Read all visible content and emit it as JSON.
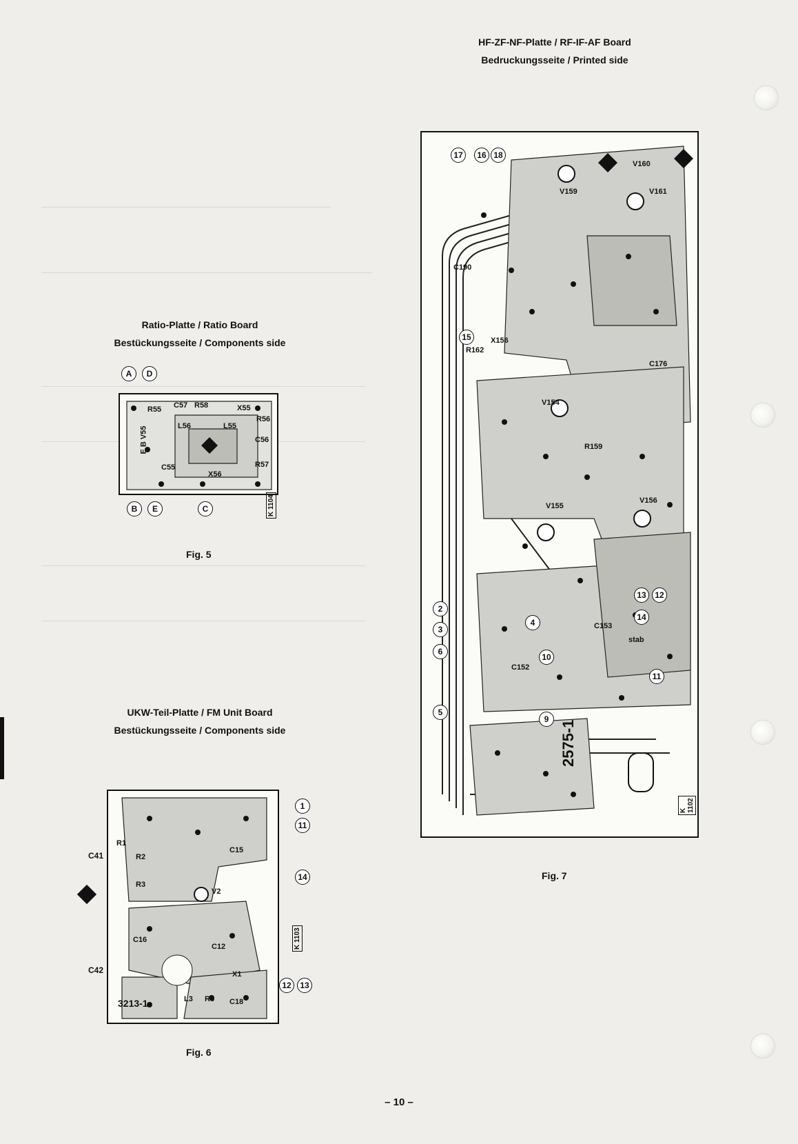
{
  "main_board": {
    "title": "HF-ZF-NF-Platte / RF-IF-AF Board",
    "subtitle": "Bedruckungsseite / Printed side",
    "code": "K 1102",
    "number": "2575-1",
    "figure": "Fig. 7"
  },
  "ratio_board": {
    "title": "Ratio-Platte / Ratio Board",
    "subtitle": "Bestückungsseite / Components side",
    "code": "K 1104",
    "figure": "Fig. 5",
    "terminals": [
      "A",
      "D",
      "B",
      "E",
      "C"
    ],
    "labels": [
      "E B V55",
      "R55",
      "C57",
      "R58",
      "X55",
      "R56",
      "C56",
      "R57",
      "X56",
      "C55",
      "L56",
      "L55"
    ]
  },
  "fm_board": {
    "title": "UKW-Teil-Platte / FM Unit Board",
    "subtitle": "Bestückungsseite / Components side",
    "code": "K 1103",
    "figure": "Fig. 6",
    "terminals": [
      "1",
      "11",
      "14",
      "12",
      "13"
    ],
    "labels": [
      "C41",
      "C42",
      "R1",
      "R2",
      "R3",
      "C16",
      "C12",
      "C15",
      "C18",
      "L3",
      "R5",
      "V2",
      "X1",
      "3213-1"
    ]
  },
  "main_labels": [
    "16",
    "17",
    "18",
    "15",
    "2",
    "3",
    "6",
    "5",
    "4",
    "9",
    "10",
    "11",
    "12",
    "13",
    "14",
    "V154",
    "V155",
    "V156",
    "V159",
    "V160",
    "V161",
    "C153",
    "C152",
    "C176",
    "C190",
    "R162",
    "R159",
    "X156",
    "stab"
  ],
  "page_number": "– 10 –"
}
